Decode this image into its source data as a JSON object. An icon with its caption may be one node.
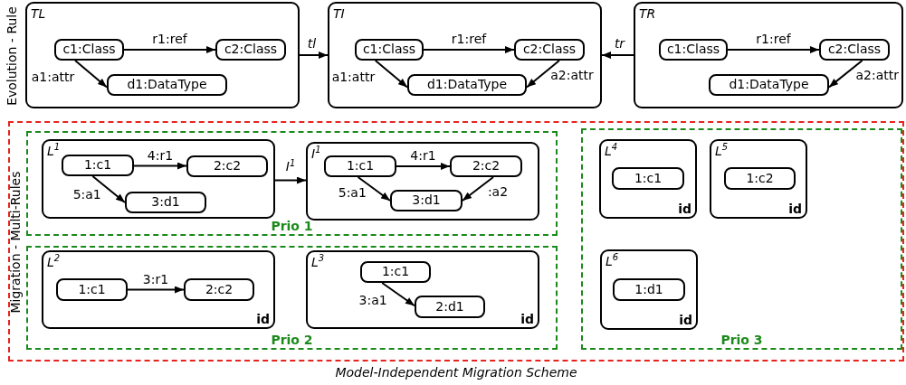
{
  "diagram": {
    "caption": "Model-Independent Migration Scheme",
    "nodes": [
      {
        "text": [
          "TL"
        ]
      },
      {
        "text": [
          "c1:Class"
        ],
        "in": 0
      },
      {
        "text": [
          "c2:Class"
        ],
        "in": 0
      },
      {
        "text": [
          "d1:DataType"
        ],
        "in": 0
      },
      {
        "text": [
          "TI"
        ]
      },
      {
        "text": [
          "c1:Class"
        ],
        "in": 4
      },
      {
        "text": [
          "c2:Class"
        ],
        "in": 4
      },
      {
        "text": [
          "d1:DataType"
        ],
        "in": 4
      },
      {
        "text": [
          "TR"
        ]
      },
      {
        "text": [
          "c1:Class"
        ],
        "in": 8
      },
      {
        "text": [
          "c2:Class"
        ],
        "in": 8
      },
      {
        "text": [
          "d1:DataType"
        ],
        "in": 8
      },
      {
        "text": [],
        "shape": "box"
      },
      {
        "text": [
          "Prio 1"
        ],
        "in": 12
      },
      {
        "text": [
          "L$^{1}$"
        ],
        "in": 13
      },
      {
        "text": [
          "1:c1"
        ],
        "in": 14
      },
      {
        "text": [
          "2:c2"
        ],
        "in": 14
      },
      {
        "text": [
          "3:d1"
        ],
        "in": 14
      },
      {
        "text": [
          "I$^{1}$"
        ],
        "in": 13
      },
      {
        "text": [
          "1:c1"
        ],
        "in": 18
      },
      {
        "text": [
          "2:c2"
        ],
        "in": 18
      },
      {
        "text": [
          "3:d1"
        ],
        "in": 18
      },
      {
        "text": [
          "Prio 2"
        ],
        "in": 12
      },
      {
        "text": [
          "L$^{2}$",
          "id"
        ],
        "in": 22
      },
      {
        "text": [
          "1:c1"
        ],
        "in": 23
      },
      {
        "text": [
          "2:c2"
        ],
        "in": 23
      },
      {
        "text": [
          "L$^{3}$",
          "id"
        ],
        "in": 22
      },
      {
        "text": [
          "1:c1"
        ],
        "in": 26
      },
      {
        "text": [
          "2:d1"
        ],
        "in": 26
      },
      {
        "text": [
          "Prio 3"
        ],
        "in": 12
      },
      {
        "text": [
          "L$^{4}$",
          "id"
        ],
        "in": 29
      },
      {
        "text": [
          "1:c1"
        ],
        "in": 30
      },
      {
        "text": [
          "L$^{5}$",
          "id"
        ],
        "in": 29
      },
      {
        "text": [
          "1:c2"
        ],
        "in": 32
      },
      {
        "text": [
          "L$^{6}$",
          "id"
        ],
        "in": 29
      },
      {
        "text": [
          "1:d1"
        ],
        "in": 34
      }
    ],
    "edges": [
      {
        "from": 1,
        "to": 2,
        "arrow": "to",
        "label": "r1:ref"
      },
      {
        "from": 1,
        "to": 3,
        "arrow": "to",
        "label": "a1:attr"
      },
      {
        "from": 0,
        "to": 4,
        "arrow": "to",
        "label": "tl"
      },
      {
        "from": 5,
        "to": 6,
        "arrow": "to",
        "label": "r1:ref"
      },
      {
        "from": 5,
        "to": 7,
        "arrow": "to",
        "label": "a1:attr"
      },
      {
        "from": 6,
        "to": 7,
        "arrow": "to",
        "label": "a2:attr"
      },
      {
        "from": 8,
        "to": 4,
        "arrow": "to",
        "label": "tr"
      },
      {
        "from": 9,
        "to": 10,
        "arrow": "to",
        "label": "r1:ref"
      },
      {
        "from": 10,
        "to": 11,
        "arrow": "to",
        "label": "a2:attr"
      },
      {
        "from": 15,
        "to": 16,
        "arrow": "to",
        "label": "4:r1"
      },
      {
        "from": 15,
        "to": 17,
        "arrow": "to",
        "label": "5:a1"
      },
      {
        "from": 14,
        "to": 18,
        "arrow": "to",
        "label": "I$^{1}$"
      },
      {
        "from": 19,
        "to": 20,
        "arrow": "to",
        "label": "4:r1"
      },
      {
        "from": 19,
        "to": 21,
        "arrow": "to",
        "label": "5:a1"
      },
      {
        "from": 20,
        "to": 21,
        "arrow": "to",
        "label": ":a2"
      },
      {
        "from": 24,
        "to": 25,
        "arrow": "to",
        "label": "3:r1"
      },
      {
        "from": 27,
        "to": 28,
        "arrow": "to",
        "label": "3:a1"
      }
    ],
    "labels": [
      "Evolution - Rule",
      "Migration - Multi-Rules"
    ]
  }
}
